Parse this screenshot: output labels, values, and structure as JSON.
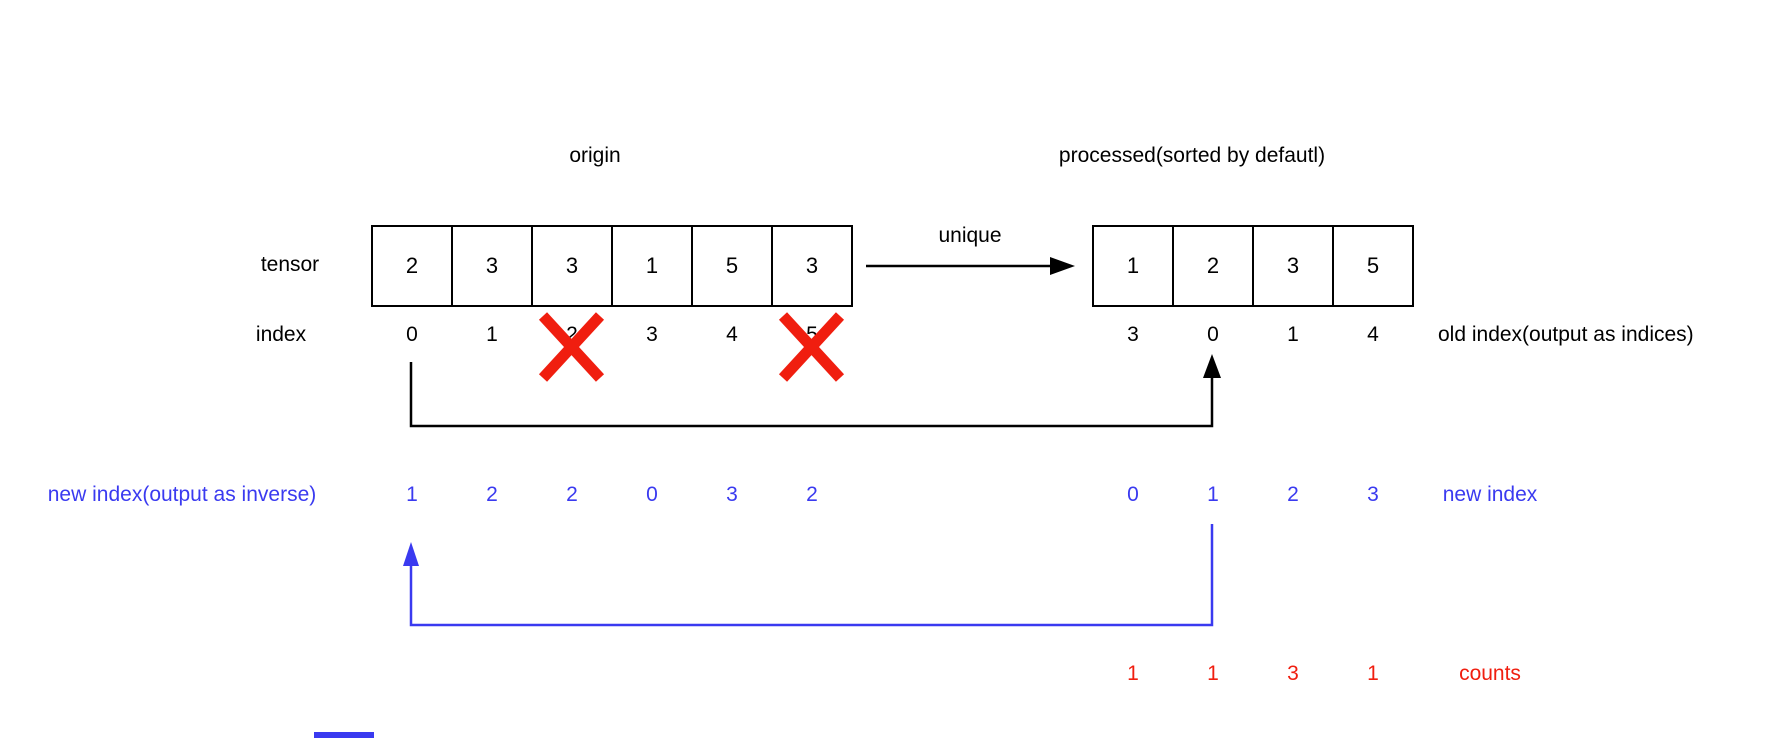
{
  "diagram": {
    "titles": {
      "origin": "origin",
      "processed": "processed(sorted by defautl)"
    },
    "labels": {
      "tensor": "tensor",
      "index": "index",
      "unique": "unique",
      "old_index": "old index(output as indices)",
      "new_index_inverse": "new index(output as inverse)",
      "new_index": "new index",
      "counts": "counts"
    },
    "tensor_values": [
      "2",
      "3",
      "3",
      "1",
      "5",
      "3"
    ],
    "index_values": [
      "0",
      "1",
      "2",
      "3",
      "4",
      "5"
    ],
    "crossed_out_indices": [
      "2",
      "5"
    ],
    "unique_values": [
      "1",
      "2",
      "3",
      "5"
    ],
    "old_index_values": [
      "3",
      "0",
      "1",
      "4"
    ],
    "inverse_values": [
      "1",
      "2",
      "2",
      "0",
      "3",
      "2"
    ],
    "new_index_values": [
      "0",
      "1",
      "2",
      "3"
    ],
    "counts_values": [
      "1",
      "1",
      "3",
      "1"
    ],
    "colors": {
      "blue": "#3a3af0",
      "red": "#f01e0f",
      "black": "#000000"
    }
  }
}
